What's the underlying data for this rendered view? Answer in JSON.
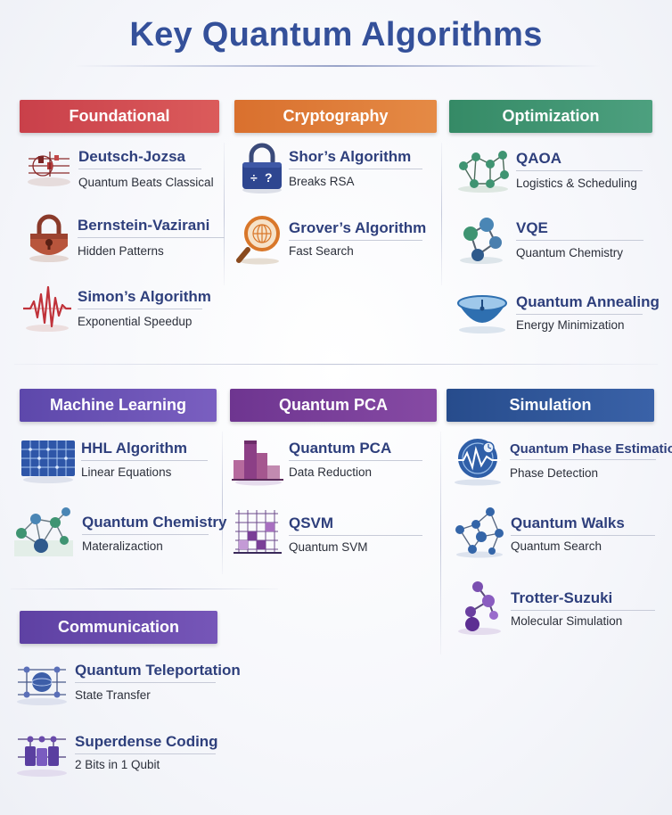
{
  "title": "Key Quantum Algorithms",
  "colors": {
    "foundational": "#d04a4f",
    "cryptography": "#df7e38",
    "optimization": "#3f9472",
    "machine_learning": "#6a52b4",
    "quantum_pca": "#7a3f97",
    "simulation": "#2f5799",
    "communication": "#6a4bab"
  },
  "sections": {
    "foundational": {
      "title": "Foundational",
      "items": [
        {
          "name": "Deutsch-Jozsa",
          "desc": "Quantum Beats Classical",
          "icon": "circuit-icon"
        },
        {
          "name": "Bernstein-Vazirani",
          "desc": "Hidden Patterns",
          "icon": "padlock-icon"
        },
        {
          "name": "Simon’s Algorithm",
          "desc": "Exponential Speedup",
          "icon": "waveform-icon"
        }
      ]
    },
    "cryptography": {
      "title": "Cryptography",
      "items": [
        {
          "name": "Shor’s Algorithm",
          "desc": "Breaks RSA",
          "icon": "lock-icon"
        },
        {
          "name": "Grover’s Algorithm",
          "desc": "Fast Search",
          "icon": "magnifier-icon"
        }
      ]
    },
    "optimization": {
      "title": "Optimization",
      "items": [
        {
          "name": "QAOA",
          "desc": "Logistics & Scheduling",
          "icon": "network-icon"
        },
        {
          "name": "VQE",
          "desc": "Quantum Chemistry",
          "icon": "molecule-icon"
        },
        {
          "name": "Quantum Annealing",
          "desc": "Energy Minimization",
          "icon": "bowl-icon"
        }
      ]
    },
    "machine_learning": {
      "title": "Machine Learning",
      "items": [
        {
          "name": "HHL Algorithm",
          "desc": "Linear Equations",
          "icon": "grid-icon"
        },
        {
          "name": "Quantum Chemistry",
          "desc": "Materalizaction",
          "icon": "molecule-network-icon"
        }
      ]
    },
    "quantum_pca": {
      "title": "Quantum PCA",
      "items": [
        {
          "name": "Quantum PCA",
          "desc": "Data Reduction",
          "icon": "bar-chart-icon"
        },
        {
          "name": "QSVM",
          "desc": "Quantum SVM",
          "icon": "matrix-icon"
        }
      ]
    },
    "simulation": {
      "title": "Simulation",
      "items": [
        {
          "name": "Quantum Phase Estimation",
          "desc": "Phase Detection",
          "icon": "gauge-wave-icon"
        },
        {
          "name": "Quantum Walks",
          "desc": "Quantum Search",
          "icon": "graph-icon"
        },
        {
          "name": "Trotter-Suzuki",
          "desc": "Molecular Simulation",
          "icon": "purple-molecule-icon"
        }
      ]
    },
    "communication": {
      "title": "Communication",
      "items": [
        {
          "name": "Quantum Teleportation",
          "desc": "State Transfer",
          "icon": "teleport-icon"
        },
        {
          "name": "Superdense Coding",
          "desc": "2 Bits in 1 Qubit",
          "icon": "qubit-circuit-icon"
        }
      ]
    }
  }
}
